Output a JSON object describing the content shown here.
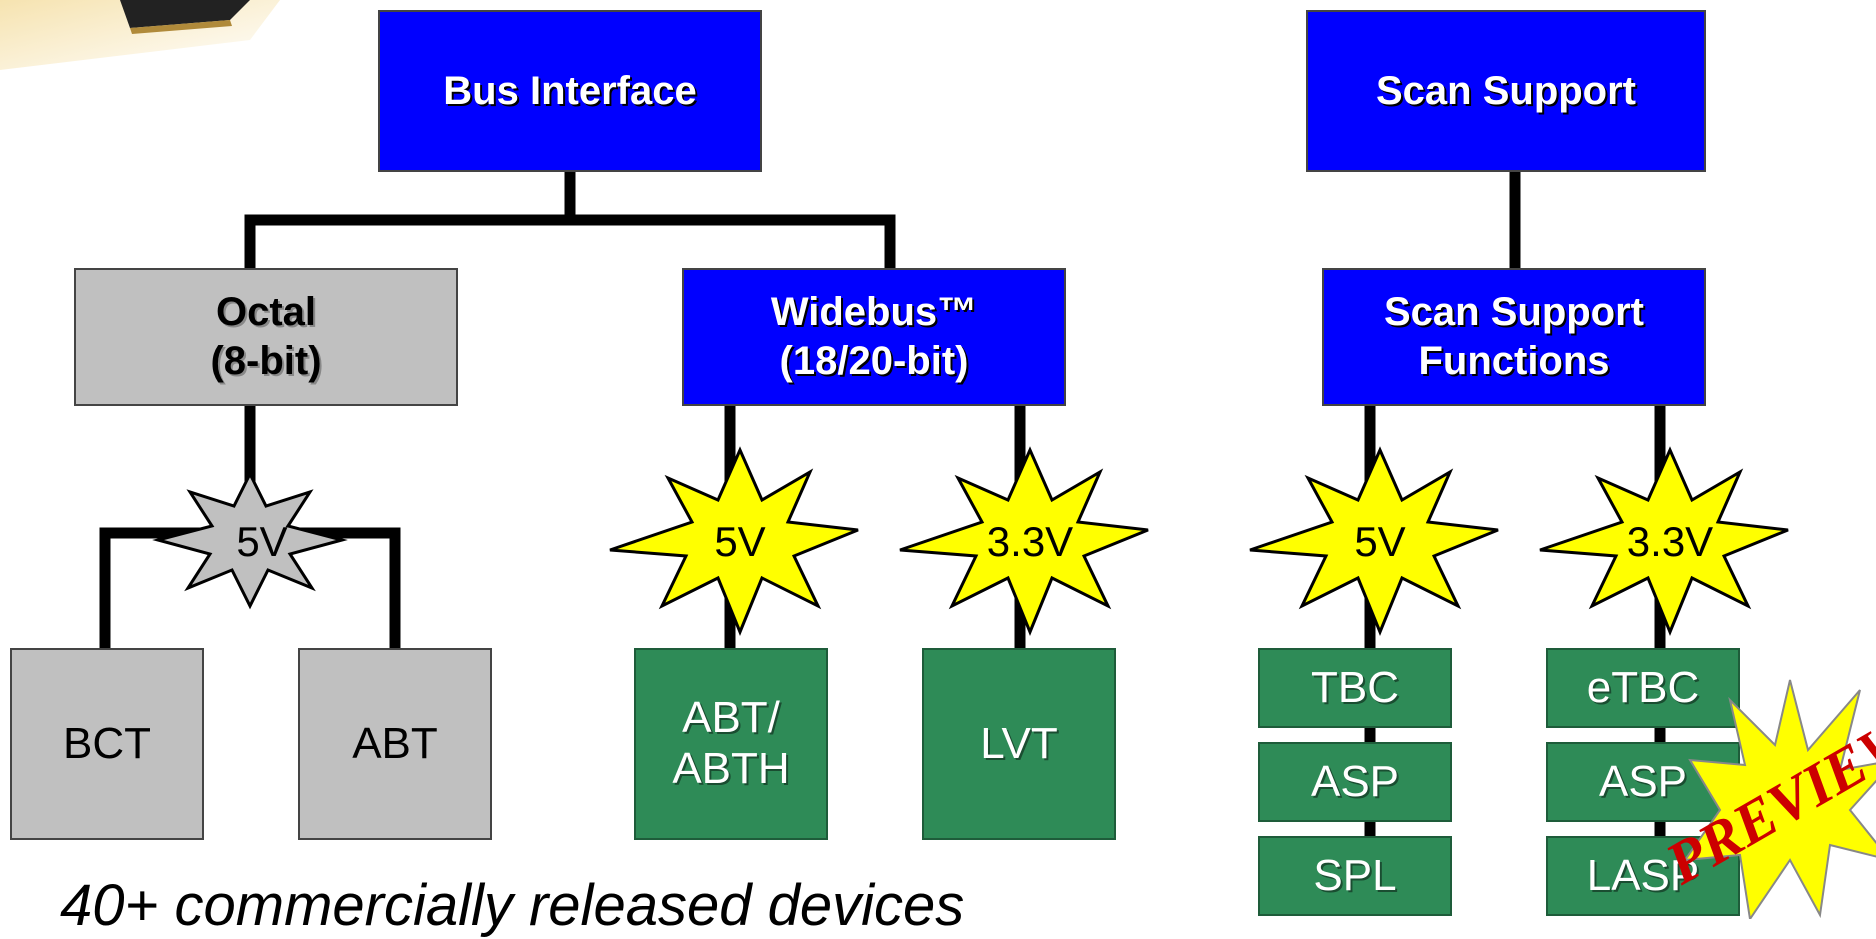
{
  "bus_interface": {
    "title": "Bus Interface",
    "octal": "Octal\n(8-bit)",
    "widebus": "Widebus™\n(18/20-bit)",
    "octal_voltage": "5V",
    "widebus_voltage_a": "5V",
    "widebus_voltage_b": "3.3V",
    "devices": [
      "BCT",
      "ABT",
      "ABT/\nABTH",
      "LVT"
    ]
  },
  "scan_support": {
    "title": "Scan Support",
    "functions": "Scan Support\nFunctions",
    "voltage_a": "5V",
    "voltage_b": "3.3V",
    "col_5v": [
      "TBC",
      "ASP",
      "SPL"
    ],
    "col_33v": [
      "eTBC",
      "ASP",
      "LASP"
    ]
  },
  "caption": "40+ commercially released devices",
  "watermark": "PREVIEW",
  "colors": {
    "header": "#0000ff",
    "gray": "#c0c0c0",
    "green": "#2e8b57",
    "burst_yellow": "#ffff00",
    "burst_gray": "#c0c0c0"
  }
}
